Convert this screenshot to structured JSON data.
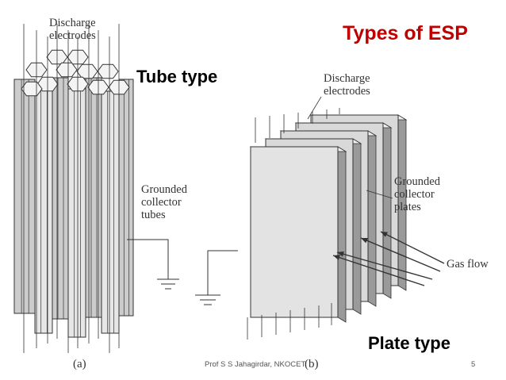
{
  "slide": {
    "title": "Types of ESP",
    "title_color": "#c00000",
    "number": "5",
    "footer": "Prof S S Jahagirdar, NKOCET"
  },
  "tube_diagram": {
    "heading": "Tube type",
    "discharge_label_1": "Discharge",
    "discharge_label_2": "electrodes",
    "collector_label_1": "Grounded",
    "collector_label_2": "collector",
    "collector_label_3": "tubes",
    "caption": "(a)"
  },
  "plate_diagram": {
    "heading": "Plate type",
    "discharge_label_1": "Discharge",
    "discharge_label_2": "electrodes",
    "collector_label_1": "Grounded",
    "collector_label_2": "collector",
    "collector_label_3": "plates",
    "gas_label": "Gas flow",
    "caption": "(b)"
  },
  "colors": {
    "line": "#333333",
    "plate_fill": "#d9d9d9",
    "tube_fill": "#cccccc"
  }
}
